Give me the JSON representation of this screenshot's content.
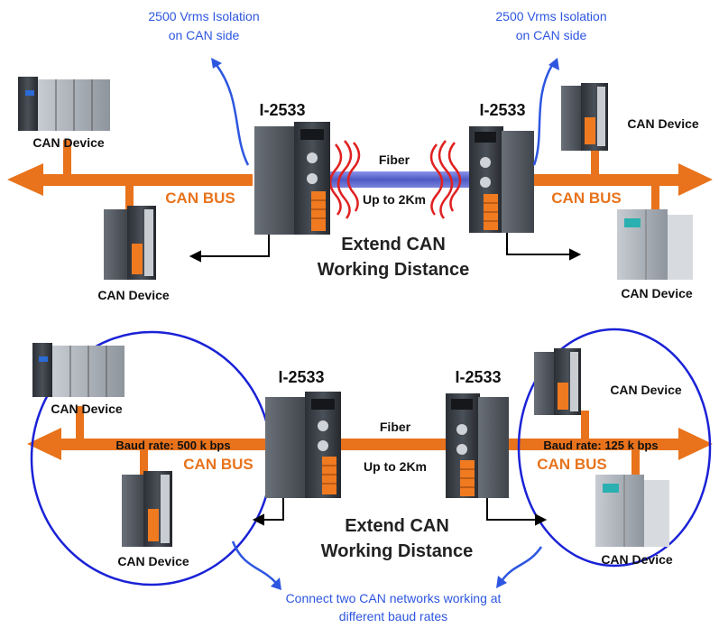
{
  "colors": {
    "bus": "#e8731c",
    "fiber_top": "#5662c8",
    "fiber_bottom": "#e8731c",
    "note_blue": "#2d56e0",
    "circle": "#1a22d6",
    "wave": "#e02020",
    "device_dark": "#3a3f47",
    "device_light": "#9aa2ab",
    "terminal": "#f07a20"
  },
  "top": {
    "iso_left_l1": "2500 Vrms Isolation",
    "iso_left_l2": "on CAN side",
    "iso_right_l1": "2500 Vrms Isolation",
    "iso_right_l2": "on CAN side",
    "conv_left": "I-2533",
    "conv_right": "I-2533",
    "fiber": "Fiber",
    "distance": "Up to 2Km",
    "bus_left": "CAN BUS",
    "bus_right": "CAN BUS",
    "dev_ul": "CAN Device",
    "dev_ll": "CAN Device",
    "dev_ur": "CAN Device",
    "dev_lr": "CAN Device",
    "extend_l1": "Extend CAN",
    "extend_l2": "Working Distance"
  },
  "bottom": {
    "conv_left": "I-2533",
    "conv_right": "I-2533",
    "fiber": "Fiber",
    "distance": "Up to 2Km",
    "baud_left": "Baud rate: 500 k bps",
    "baud_right": "Baud rate: 125 k bps",
    "bus_left": "CAN BUS",
    "bus_right": "CAN BUS",
    "dev_ul": "CAN Device",
    "dev_ll": "CAN Device",
    "dev_ur": "CAN Device",
    "dev_lr": "CAN Device",
    "extend_l1": "Extend CAN",
    "extend_l2": "Working Distance",
    "connect_l1": "Connect two CAN networks working at",
    "connect_l2": "different baud rates"
  }
}
